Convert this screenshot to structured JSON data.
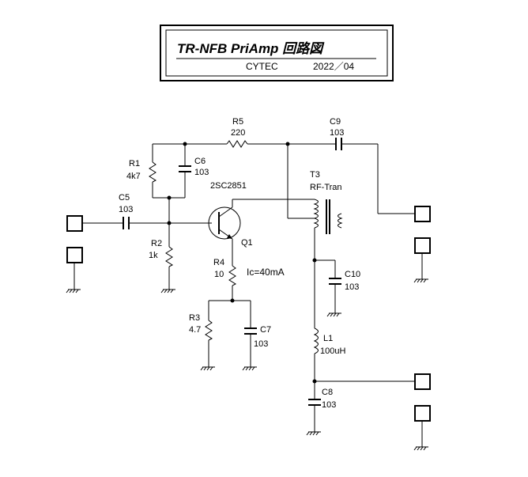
{
  "title_block": {
    "title": "TR-NFB PriAmp 回路図",
    "company": "CYTEC",
    "date": "2022／04"
  },
  "components": {
    "R5": {
      "ref": "R5",
      "value": "220"
    },
    "C9": {
      "ref": "C9",
      "value": "103"
    },
    "R1": {
      "ref": "R1",
      "value": "4k7"
    },
    "C6": {
      "ref": "C6",
      "value": "103"
    },
    "T3": {
      "ref": "T3",
      "value": "RF-Tran"
    },
    "Q1": {
      "ref": "Q1",
      "value": "2SC2851"
    },
    "C5": {
      "ref": "C5",
      "value": "103"
    },
    "R2": {
      "ref": "R2",
      "value": "1k"
    },
    "R4": {
      "ref": "R4",
      "value": "10"
    },
    "R3": {
      "ref": "R3",
      "value": "4.7"
    },
    "C7": {
      "ref": "C7",
      "value": "103"
    },
    "C10": {
      "ref": "C10",
      "value": "103"
    },
    "L1": {
      "ref": "L1",
      "value": "100uH"
    },
    "C8": {
      "ref": "C8",
      "value": "103"
    }
  },
  "annotation": {
    "ic": "Ic=40mA"
  }
}
